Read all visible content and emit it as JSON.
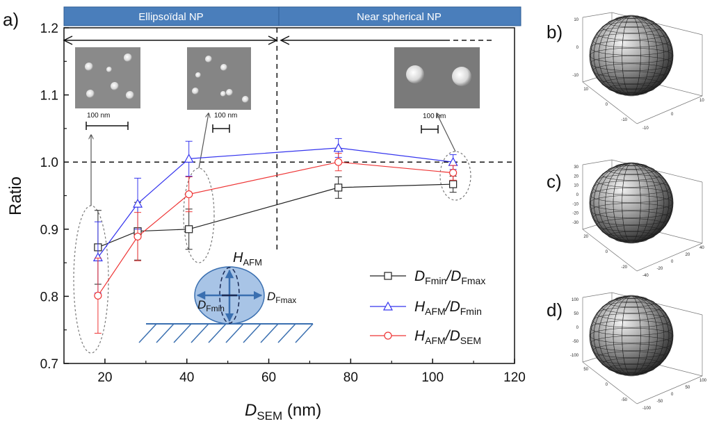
{
  "panel_labels": {
    "a": "a)",
    "b": "b)",
    "c": "c)",
    "d": "d)"
  },
  "regions": {
    "ellipsoidal": "Ellipsoïdal NP",
    "spherical": "Near spherical NP"
  },
  "scale_bar_label": "100 nm",
  "diagram": {
    "h_main": "H",
    "h_sub": "AFM",
    "dmin_main": "D",
    "dmin_sub": "Fmin",
    "dmax_main": "D",
    "dmax_sub": "Fmax"
  },
  "colors": {
    "black_series": "#222222",
    "blue_series": "#3434ee",
    "red_series": "#ee3434",
    "band": "#4a7ebb",
    "ellipse_fill": "#a8c4e6",
    "ellipse_stroke": "#3a6fb0"
  },
  "chart_data": {
    "type": "line",
    "xlabel_main": "D",
    "xlabel_sub": "SEM",
    "xlabel_unit": " (nm)",
    "ylabel": "Ratio",
    "xlim": [
      10,
      120
    ],
    "ylim": [
      0.7,
      1.2
    ],
    "xticks": [
      "20",
      "40",
      "60",
      "80",
      "100",
      "120"
    ],
    "yticks": [
      "0.7",
      "0.8",
      "0.9",
      "1.0",
      "1.1",
      "1.2"
    ],
    "reference_line_y": 1.0,
    "region_divider_x": 62,
    "series": [
      {
        "key": "black",
        "marker": "square",
        "legend": {
          "a": "D",
          "a_sub": "Fmin",
          "b": "D",
          "b_sub": "Fmax"
        },
        "x": [
          18.3,
          28,
          40.5,
          77,
          105
        ],
        "y": [
          0.873,
          0.897,
          0.9,
          0.962,
          0.967
        ],
        "err": [
          0.055,
          0.043,
          0.03,
          0.016,
          0.012
        ]
      },
      {
        "key": "blue",
        "marker": "triangle",
        "legend": {
          "a": "H",
          "a_sub": "AFM",
          "b": "D",
          "b_sub": "Fmin"
        },
        "x": [
          18.3,
          28,
          40.5,
          77,
          105
        ],
        "y": [
          0.858,
          0.938,
          1.005,
          1.021,
          1.0
        ],
        "err": [
          0.053,
          0.038,
          0.026,
          0.014,
          0.011
        ]
      },
      {
        "key": "red",
        "marker": "circle",
        "legend": {
          "a": "H",
          "a_sub": "AFM",
          "b": "D",
          "b_sub": "SEM"
        },
        "x": [
          18.3,
          28,
          40.5,
          77,
          105
        ],
        "y": [
          0.801,
          0.889,
          0.952,
          1.0,
          0.984
        ],
        "err": [
          0.056,
          0.036,
          0.026,
          0.013,
          0.011
        ]
      }
    ]
  },
  "spheres": [
    {
      "id": "b",
      "zticks": [
        "10",
        "0",
        "-10"
      ],
      "xticks": [
        "-10",
        "0",
        "10"
      ],
      "yticks": [
        "10",
        "0",
        "-10"
      ]
    },
    {
      "id": "c",
      "zticks": [
        "30",
        "20",
        "10",
        "0",
        "-10",
        "-20",
        "-30"
      ],
      "xticks": [
        "-40",
        "-20",
        "0",
        "20",
        "40"
      ],
      "yticks": [
        "20",
        "0",
        "-20"
      ]
    },
    {
      "id": "d",
      "zticks": [
        "100",
        "50",
        "0",
        "-50",
        "-100"
      ],
      "xticks": [
        "-100",
        "-50",
        "0",
        "50",
        "100"
      ],
      "yticks": [
        "50",
        "0",
        "-50"
      ]
    }
  ]
}
